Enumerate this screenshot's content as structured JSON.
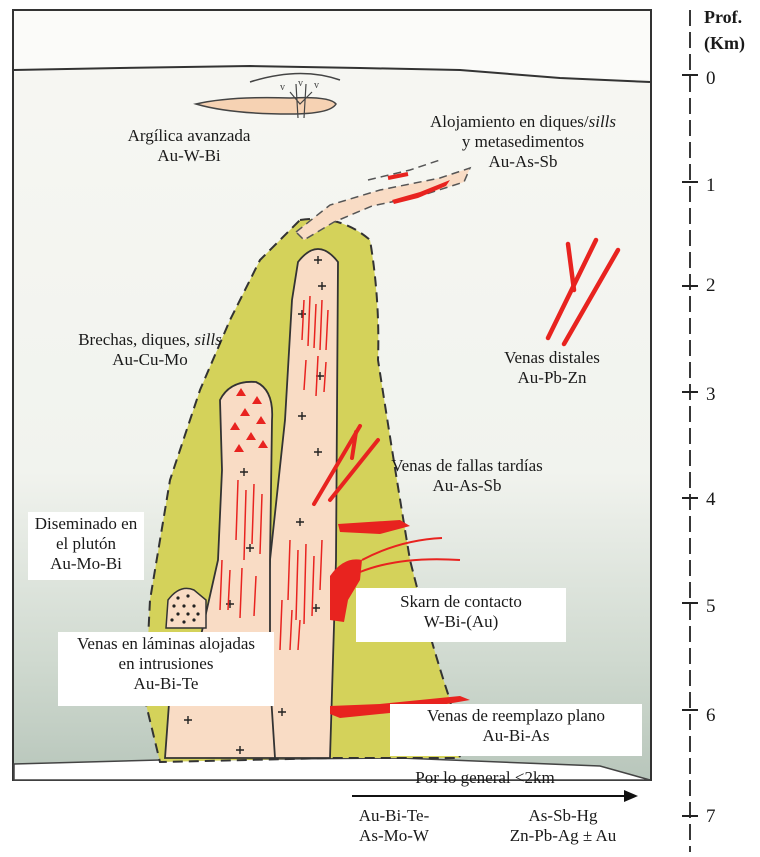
{
  "depth_axis": {
    "title_line1": "Prof.",
    "title_line2": "(Km)",
    "ticks": [
      "0",
      "1",
      "2",
      "3",
      "4",
      "5",
      "6",
      "7"
    ]
  },
  "labels": {
    "argilica": {
      "line1": "Argílica avanzada",
      "line2": "Au-W-Bi"
    },
    "alojamiento": {
      "line1_a": "Alojamiento en diques/",
      "line1_b": "sills",
      "line2": "y metasedimentos",
      "line3": "Au-As-Sb"
    },
    "brechas": {
      "line1_a": "Brechas, diques, ",
      "line1_b": "sills",
      "line2": "Au-Cu-Mo"
    },
    "venas_distales": {
      "line1": "Venas distales",
      "line2": "Au-Pb-Zn"
    },
    "venas_fallas": {
      "line1": "Venas de fallas tardías",
      "line2": "Au-As-Sb"
    },
    "diseminado": {
      "line1": "Diseminado en",
      "line2": "el plutón",
      "line3": "Au-Mo-Bi"
    },
    "skarn": {
      "line1": "Skarn de contacto",
      "line2": "W-Bi-(Au)"
    },
    "laminas": {
      "line1": "Venas en láminas alojadas",
      "line2": "en intrusiones",
      "line3": "Au-Bi-Te"
    },
    "reemplazo": {
      "line1": "Venas de reemplazo plano",
      "line2": "Au-Bi-As"
    },
    "general": "Por lo general <2km",
    "left_assoc": {
      "line1": "Au-Bi-Te-",
      "line2": "As-Mo-W"
    },
    "right_assoc": {
      "line1": "As-Sb-Hg",
      "line2": "Zn-Pb-Ag ± Au"
    }
  },
  "colors": {
    "halo": "#d4d25a",
    "pluton": "#f9dcc5",
    "vein": "#e8231f",
    "sky": "#f7f7f3",
    "deep": "#bcc8bd"
  }
}
